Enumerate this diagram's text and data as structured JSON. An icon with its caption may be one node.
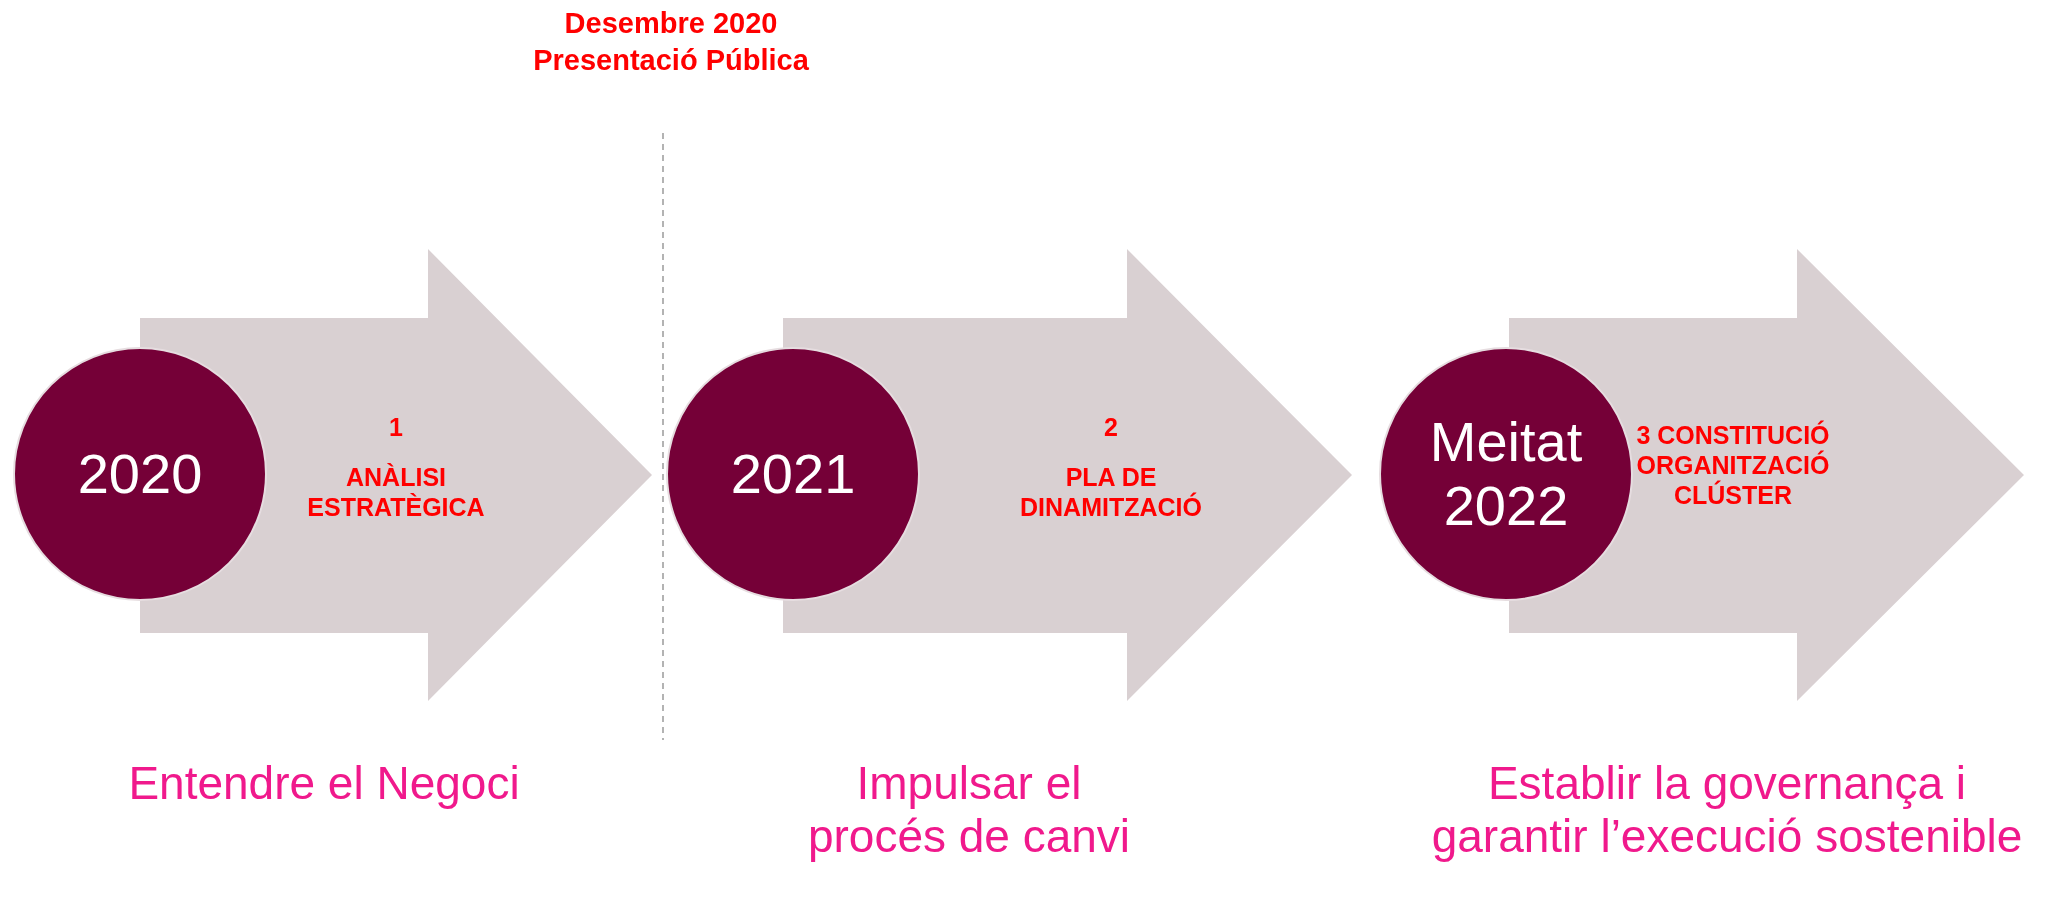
{
  "diagram": {
    "nodes": [
      {
        "text": [
          "2020"
        ]
      },
      {
        "text": [
          "1",
          "ANÀLISI ESTRATÈGICA"
        ],
        "beside": [
          "Entendre el Negoci"
        ]
      },
      {
        "text": [
          "2021"
        ]
      },
      {
        "text": [
          "2",
          "PLA DE DINAMITZACIÓ"
        ],
        "beside": [
          "Impulsar el procés de canvi"
        ]
      },
      {
        "text": [
          "Meitat 2022"
        ]
      },
      {
        "text": [
          "3 CONSTITUCIÓ ORGANITZACIÓ CLÚSTER"
        ],
        "beside": [
          "Establir la governança i garantir l’execució sostenible"
        ]
      }
    ],
    "labels": [
      "Desembre 2020 Presentació Pública"
    ]
  }
}
